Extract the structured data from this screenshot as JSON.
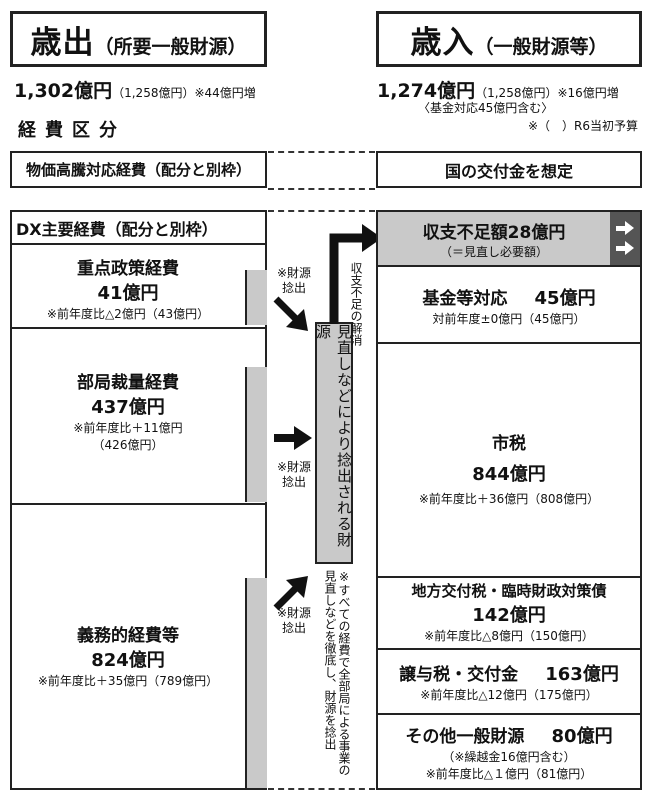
{
  "expenditure": {
    "title": "歳出",
    "subtitle": "（所要一般財源）",
    "total": "1,302億円",
    "total_note": "（1,258億円）※44億円増"
  },
  "revenue": {
    "title": "歳入",
    "subtitle": "（一般財源等）",
    "total": "1,274億円",
    "total_note": "（1,258億円）※16億円増",
    "total_note2": "〈基金対応45億円含む〉",
    "budget_note": "※（　）R6当初予算"
  },
  "section_label": "経費区分",
  "price_row": {
    "left": "物価高騰対応経費（配分と別枠）",
    "right": "国の交付金を想定"
  },
  "dx_header": "DX主要経費（配分と別枠）",
  "expense_items": [
    {
      "title": "重点政策経費",
      "amount": "41億円",
      "note": "※前年度比△2億円（43億円）"
    },
    {
      "title": "部局裁量経費",
      "amount": "437億円",
      "note": "※前年度比＋11億円",
      "note2": "（426億円）"
    },
    {
      "title": "義務的経費等",
      "amount": "824億円",
      "note": "※前年度比＋35億円（789億円）"
    }
  ],
  "arrow_notes": {
    "a1": "※財源捻出",
    "a2": "※財源捻出",
    "a3": "※財源捻出"
  },
  "center_box": "見直しなどにより捻出される財源",
  "deficit_resolve": "収支不足の解消",
  "bottom_note": "※すべての経費で全部局による事業の見直しなどを徹底し、財源を捻出",
  "revenue_items": {
    "deficit": {
      "title": "収支不足額28億円",
      "note": "（＝見直し必要額）"
    },
    "fund": {
      "title": "基金等対応",
      "amount": "45億円",
      "note": "対前年度±0億円（45億円）"
    },
    "city_tax": {
      "title": "市税",
      "amount": "844億円",
      "note": "※前年度比＋36億円（808億円）"
    },
    "local_grant": {
      "title": "地方交付税・臨時財政対策債",
      "amount": "142億円",
      "note": "※前年度比△8億円（150億円）"
    },
    "transfer_tax": {
      "title": "譲与税・交付金",
      "amount": "163億円",
      "note": "※前年度比△12億円（175億円）"
    },
    "other": {
      "title": "その他一般財源",
      "amount": "80億円",
      "note": "（※繰越金16億円含む）",
      "note2": "※前年度比△１億円（81億円）"
    }
  }
}
